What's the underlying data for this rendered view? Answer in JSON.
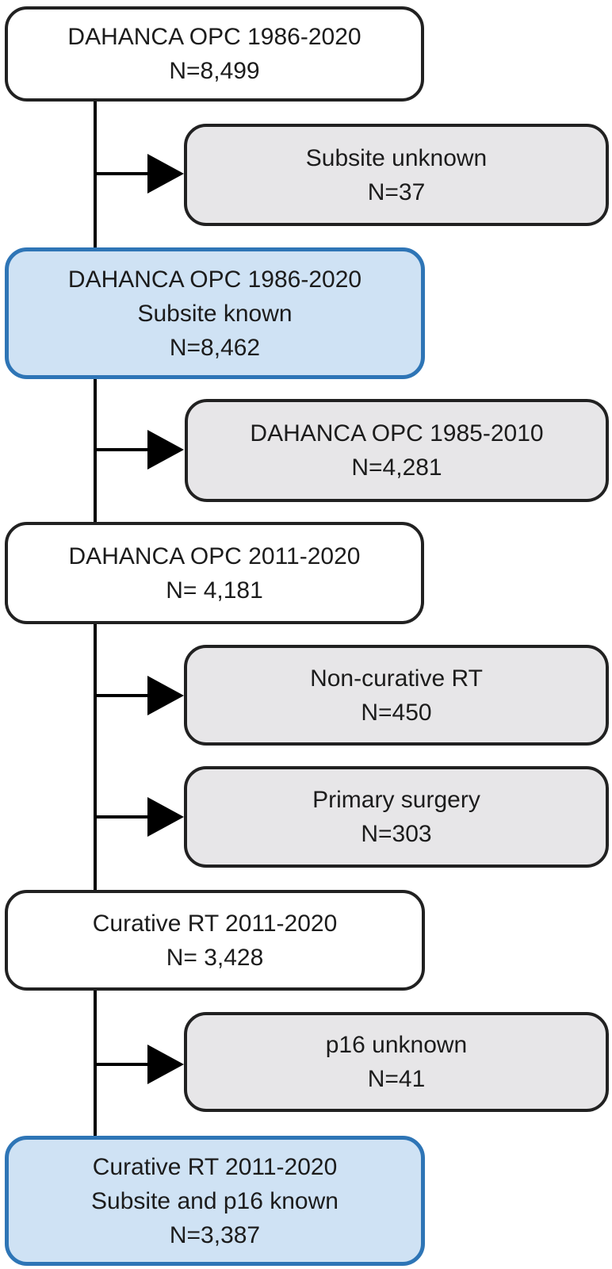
{
  "diagram": {
    "type": "patient-flow-chart",
    "boxes": [
      {
        "id": "dahanca-opc-1986-2020",
        "role": "cohort",
        "style": "white",
        "lines": [
          "DAHANCA OPC 1986-2020",
          "N=8,499"
        ]
      },
      {
        "id": "subsite-unknown",
        "role": "exclusion",
        "style": "gray",
        "lines": [
          "Subsite unknown",
          "N=37"
        ]
      },
      {
        "id": "subsite-known",
        "role": "cohort",
        "style": "blue",
        "lines": [
          "DAHANCA OPC 1986-2020",
          "Subsite known",
          "N=8,462"
        ]
      },
      {
        "id": "dahanca-opc-1985-2010",
        "role": "exclusion",
        "style": "gray",
        "lines": [
          "DAHANCA OPC 1985-2010",
          "N=4,281"
        ]
      },
      {
        "id": "dahanca-opc-2011-2020",
        "role": "cohort",
        "style": "white",
        "lines": [
          "DAHANCA OPC 2011-2020",
          "N= 4,181"
        ]
      },
      {
        "id": "non-curative-rt",
        "role": "exclusion",
        "style": "gray",
        "lines": [
          "Non-curative RT",
          "N=450"
        ]
      },
      {
        "id": "primary-surgery",
        "role": "exclusion",
        "style": "gray",
        "lines": [
          "Primary surgery",
          "N=303"
        ]
      },
      {
        "id": "curative-rt-2011-2020",
        "role": "cohort",
        "style": "white",
        "lines": [
          "Curative RT 2011-2020",
          "N= 3,428"
        ]
      },
      {
        "id": "p16-unknown",
        "role": "exclusion",
        "style": "gray",
        "lines": [
          "p16 unknown",
          "N=41"
        ]
      },
      {
        "id": "final-cohort",
        "role": "cohort",
        "style": "blue",
        "lines": [
          "Curative RT 2011-2020",
          "Subsite and p16 known",
          "N=3,387"
        ]
      }
    ],
    "colors": {
      "text": "#1c1c1c",
      "box_border_dark": "#212121",
      "gray_fill": "#e7e6e8",
      "blue_fill": "#cfe2f4",
      "blue_border": "#2e75b6",
      "white_fill": "#ffffff",
      "line": "#000000"
    }
  }
}
